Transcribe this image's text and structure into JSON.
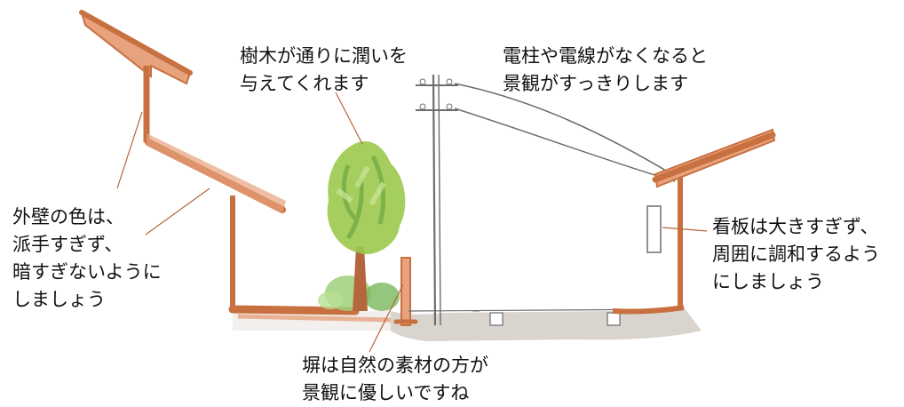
{
  "annotations": {
    "tree": [
      "樹木が通りに潤いを",
      "与えてくれます"
    ],
    "utility_poles": [
      "電柱や電線がなくなると",
      "景観がすっきりします"
    ],
    "wall_color": [
      "外壁の色は、",
      "派手すぎず、",
      "暗すぎないように",
      "しましょう"
    ],
    "signboard": [
      "看板は大きすぎず、",
      "周囲に調和するよう",
      "にしましょう"
    ],
    "fence": [
      "塀は自然の素材の方が",
      "景観に優しいですね"
    ]
  },
  "colors": {
    "wall": "#c8703f",
    "wall_fill": "#e7a27e",
    "ground": "#b9b1a6",
    "pencil": "#6d6d6d",
    "leader": "#b6663b",
    "foliage": "#9bc94e",
    "foliage_dark": "#5c9a37",
    "trunk": "#b5663d",
    "shrub": "#7ab85c"
  }
}
